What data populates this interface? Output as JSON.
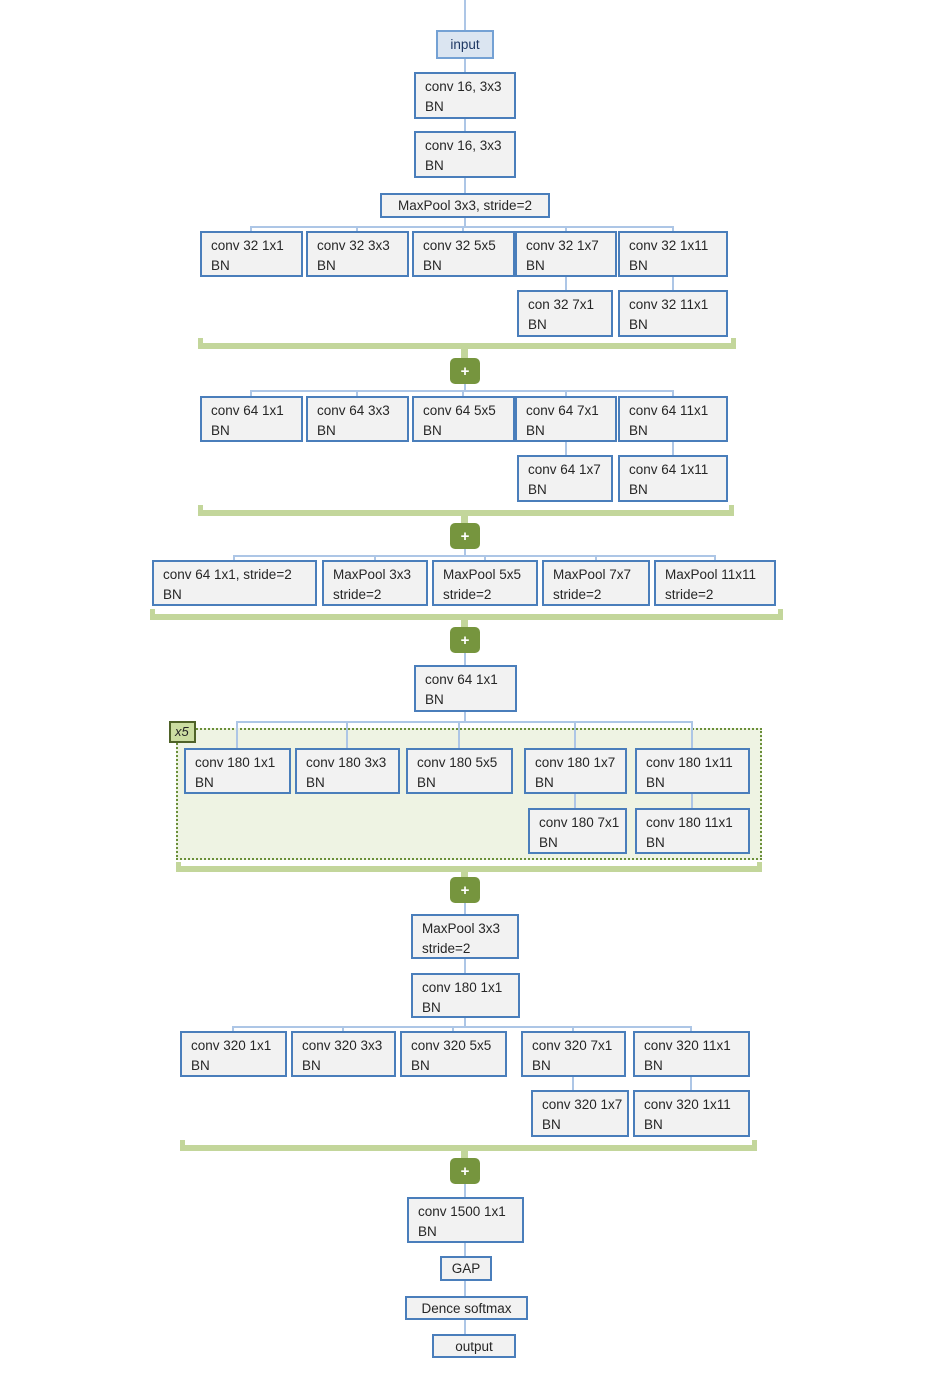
{
  "colors": {
    "node_border": "#4a7ebb",
    "node_fill": "#f2f2f2",
    "input_fill": "#dbe5f1",
    "input_border": "#74a1d4",
    "connector_blue": "#adc6e6",
    "plus_green": "#76953e",
    "bracket_green": "#c3d69b",
    "group_fill": "#eef3e3",
    "group_border": "#6a8f39",
    "x5_fill": "#cbdda1"
  },
  "plus": "+",
  "stem": {
    "input": "input",
    "conv16a": {
      "l1": "conv 16, 3x3",
      "l2": "BN"
    },
    "conv16b": {
      "l1": "conv 16, 3x3",
      "l2": "BN"
    },
    "maxpool": "MaxPool 3x3, stride=2"
  },
  "block32": {
    "row1": [
      {
        "l1": "conv 32 1x1",
        "l2": "BN"
      },
      {
        "l1": "conv 32 3x3",
        "l2": "BN"
      },
      {
        "l1": "conv 32 5x5",
        "l2": "BN"
      },
      {
        "l1": "conv 32 1x7",
        "l2": "BN"
      },
      {
        "l1": "conv 32 1x11",
        "l2": "BN"
      }
    ],
    "row2": [
      {
        "l1": "con 32 7x1",
        "l2": "BN"
      },
      {
        "l1": "conv 32 11x1",
        "l2": "BN"
      }
    ]
  },
  "block64": {
    "row1": [
      {
        "l1": "conv 64 1x1",
        "l2": "BN"
      },
      {
        "l1": "conv 64 3x3",
        "l2": "BN"
      },
      {
        "l1": "conv 64 5x5",
        "l2": "BN"
      },
      {
        "l1": "conv 64 7x1",
        "l2": "BN"
      },
      {
        "l1": "conv 64 11x1",
        "l2": "BN"
      }
    ],
    "row2": [
      {
        "l1": "conv 64 1x7",
        "l2": "BN"
      },
      {
        "l1": "conv 64 1x11",
        "l2": "BN"
      }
    ]
  },
  "reduction": {
    "row": [
      {
        "l1": "conv 64 1x1, stride=2",
        "l2": "BN"
      },
      {
        "l1": "MaxPool 3x3",
        "l2": "stride=2"
      },
      {
        "l1": "MaxPool 5x5",
        "l2": "stride=2"
      },
      {
        "l1": "MaxPool 7x7",
        "l2": "stride=2"
      },
      {
        "l1": "MaxPool 11x11",
        "l2": "stride=2"
      }
    ]
  },
  "conv64single": {
    "l1": "conv 64 1x1",
    "l2": "BN"
  },
  "group180": {
    "repeat": "x5",
    "row1": [
      {
        "l1": "conv 180 1x1",
        "l2": "BN"
      },
      {
        "l1": "conv 180 3x3",
        "l2": "BN"
      },
      {
        "l1": "conv 180 5x5",
        "l2": "BN"
      },
      {
        "l1": "conv 180 1x7",
        "l2": "BN"
      },
      {
        "l1": "conv 180 1x11",
        "l2": "BN"
      }
    ],
    "row2": [
      {
        "l1": "conv 180 7x1",
        "l2": "BN"
      },
      {
        "l1": "conv 180 11x1",
        "l2": "BN"
      }
    ]
  },
  "maxpool2": {
    "l1": "MaxPool 3x3",
    "l2": "stride=2"
  },
  "conv180single": {
    "l1": "conv 180 1x1",
    "l2": "BN"
  },
  "block320": {
    "row1": [
      {
        "l1": "conv 320 1x1",
        "l2": "BN"
      },
      {
        "l1": "conv 320 3x3",
        "l2": "BN"
      },
      {
        "l1": "conv 320 5x5",
        "l2": "BN"
      },
      {
        "l1": "conv 320 7x1",
        "l2": "BN"
      },
      {
        "l1": "conv 320 11x1",
        "l2": "BN"
      }
    ],
    "row2": [
      {
        "l1": "conv 320 1x7",
        "l2": "BN"
      },
      {
        "l1": "conv 320 1x11",
        "l2": "BN"
      }
    ]
  },
  "head": {
    "conv1500": {
      "l1": "conv 1500 1x1",
      "l2": "BN"
    },
    "gap": "GAP",
    "dense": "Dence softmax",
    "output": "output"
  }
}
